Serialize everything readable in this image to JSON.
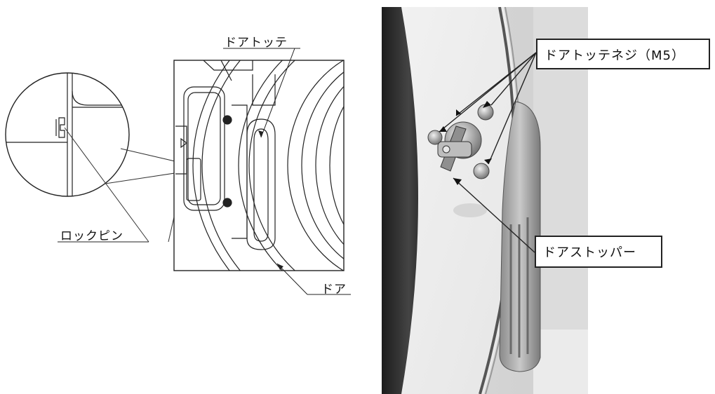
{
  "left_diagram": {
    "labels": {
      "door_handle": "ドアトッテ",
      "lock_pin": "ロックピン",
      "door": "ドア"
    }
  },
  "right_photo": {
    "labels": {
      "handle_screw": "ドアトッテネジ（M5）",
      "door_stopper": "ドアストッパー"
    }
  }
}
